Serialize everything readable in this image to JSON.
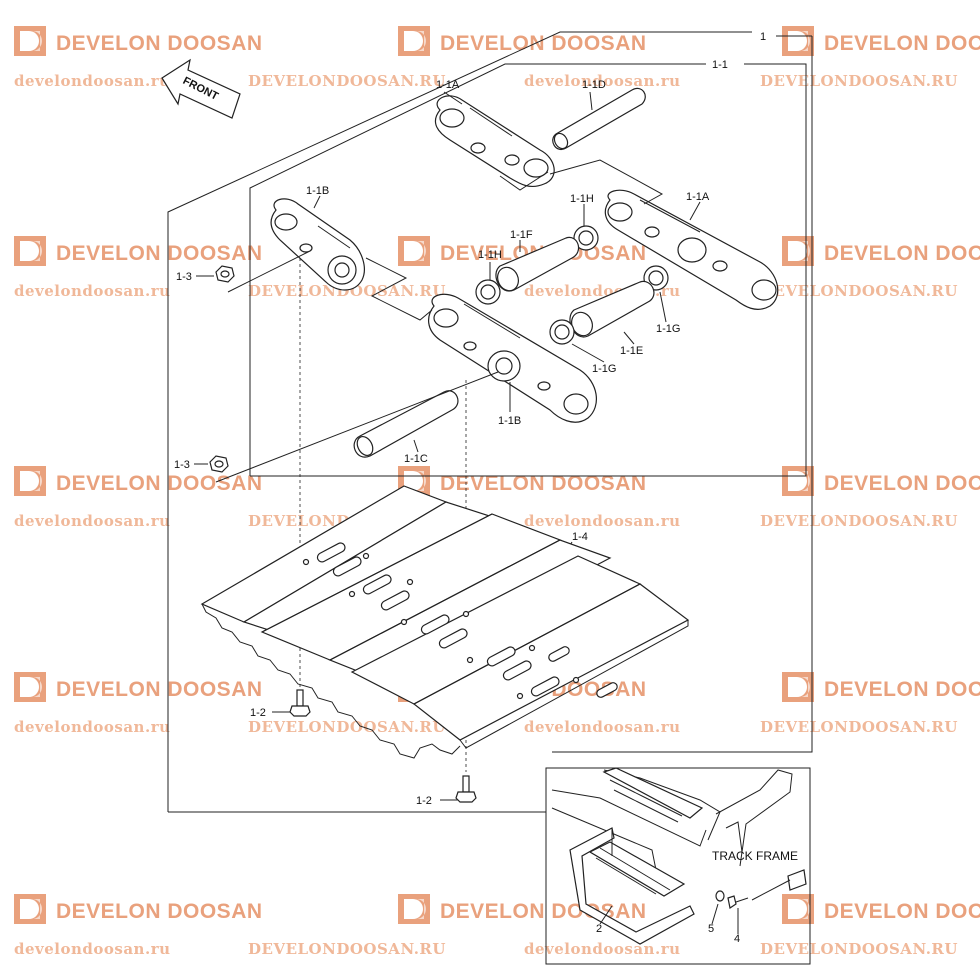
{
  "brand": {
    "name": "DEVELON DOOSAN",
    "urls": [
      "develondoosan.ru",
      "DEVELONDOOSAN.RU"
    ],
    "brand_color": "#e9a17d",
    "url_color": "#f0b899"
  },
  "front_label": "FRONT",
  "track_frame_label": "TRACK FRAME",
  "callouts": {
    "c1": "1",
    "c1_1": "1-1",
    "c1_1A_top": "1-1A",
    "c1_1D": "1-1D",
    "c1_1B_left": "1-1B",
    "c1_1H_a": "1-1H",
    "c1_1A_right": "1-1A",
    "c1_1F": "1-1F",
    "c1_1H_b": "1-1H",
    "c1_3_a": "1-3",
    "c1_1G_a": "1-1G",
    "c1_1E": "1-1E",
    "c1_1G_b": "1-1G",
    "c1_1B_mid": "1-1B",
    "c1_1C": "1-1C",
    "c1_3_b": "1-3",
    "c1_4": "1-4",
    "c1_2_a": "1-2",
    "c1_2_b": "1-2",
    "c2": "2",
    "c5": "5",
    "c4": "4"
  }
}
